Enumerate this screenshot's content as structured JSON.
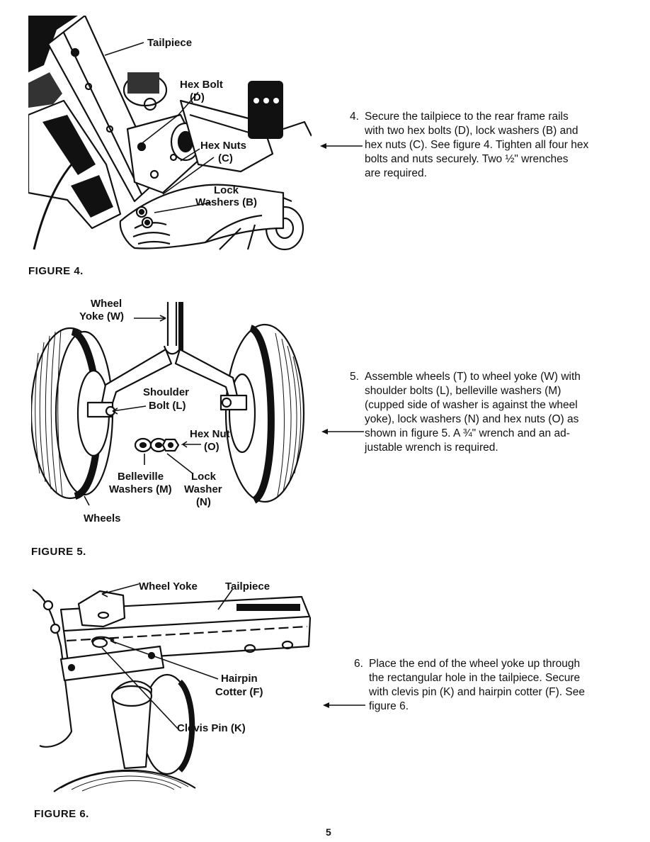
{
  "figure4": {
    "caption": "FIGURE 4.",
    "labels": {
      "tailpiece": "Tailpiece",
      "hex_bolt": "Hex Bolt",
      "hex_bolt_code": "(D)",
      "hex_nuts": "Hex Nuts",
      "hex_nuts_code": "(C)",
      "lock": "Lock",
      "washers_b": "Washers (B)"
    }
  },
  "figure5": {
    "caption": "FIGURE 5.",
    "labels": {
      "wheel": "Wheel",
      "yoke_w": "Yoke (W)",
      "shoulder": "Shoulder",
      "bolt_l": "Bolt (L)",
      "hex_nut": "Hex Nut",
      "hex_nut_code": "(O)",
      "belleville": "Belleville",
      "washers_m": "Washers (M)",
      "lock": "Lock",
      "washer": "Washer",
      "washer_code": "(N)",
      "wheels": "Wheels"
    }
  },
  "figure6": {
    "caption": "FIGURE 6.",
    "labels": {
      "wheel_yoke": "Wheel Yoke",
      "tailpiece": "Tailpiece",
      "hairpin": "Hairpin",
      "cotter_f": "Cotter (F)",
      "clevis_pin": "Clevis Pin (K)"
    }
  },
  "steps": [
    {
      "number": "4.",
      "lines": [
        "Secure the tailpiece to the rear frame rails",
        "with two hex bolts (D), lock washers (B) and",
        "hex nuts (C). See figure 4. Tighten all four hex",
        "bolts and nuts securely. Two ½\" wrenches",
        "are required."
      ]
    },
    {
      "number": "5.",
      "lines": [
        "Assemble wheels (T) to wheel yoke (W) with",
        "shoulder bolts (L), belleville washers (M)",
        "(cupped side of washer is against the wheel",
        "yoke), lock washers (N) and hex nuts (O) as",
        "shown in figure 5. A ¾\" wrench and an ad-",
        "justable wrench is required."
      ]
    },
    {
      "number": "6.",
      "lines": [
        "Place the end of the wheel yoke up through",
        "the rectangular hole in the tailpiece. Secure",
        "with clevis pin (K) and hairpin cotter (F). See",
        "figure 6."
      ]
    }
  ],
  "page_number": "5"
}
